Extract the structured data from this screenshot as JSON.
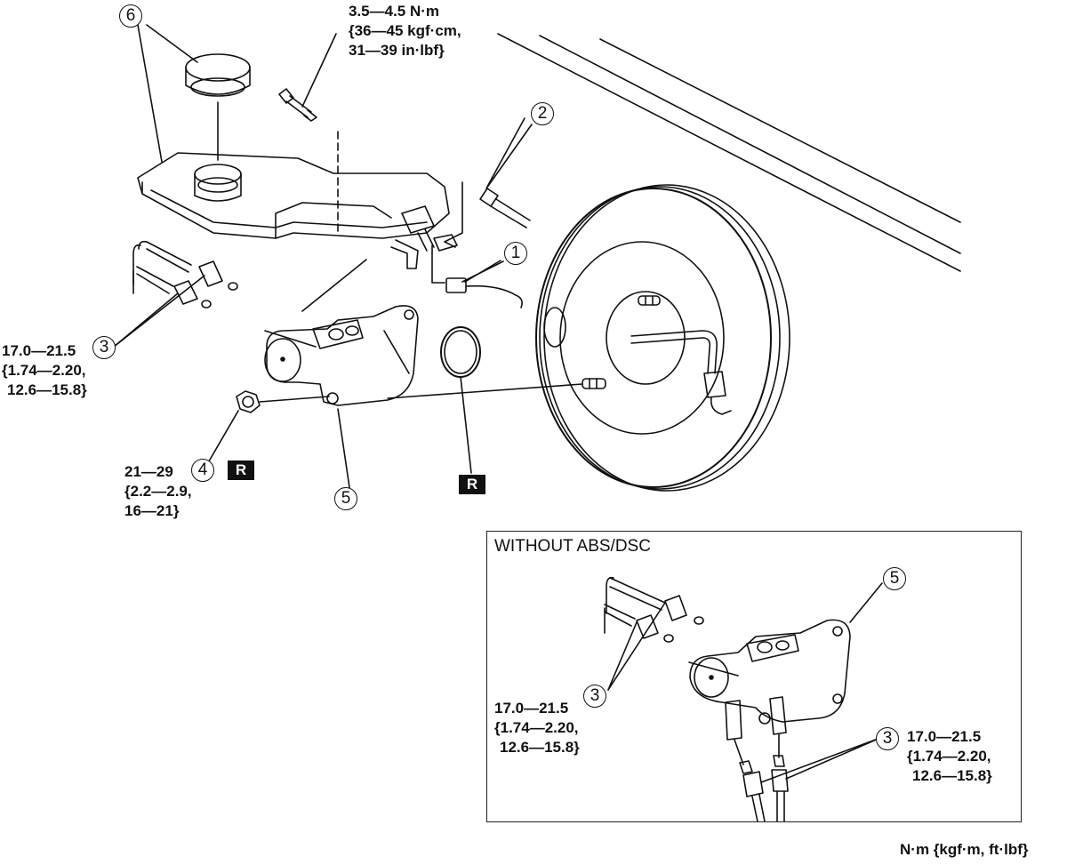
{
  "callouts": {
    "c1": "1",
    "c2": "2",
    "c3a": "3",
    "c4": "4",
    "c5a": "5",
    "c6": "6",
    "c5b": "5",
    "c3b": "3",
    "c3c": "3"
  },
  "torques": {
    "bolt": [
      "3.5—4.5 N·m",
      "{36—45 kgf·cm,",
      "31—39 in·lbf}"
    ],
    "pipe_main": [
      "17.0—21.5",
      "{1.74—2.20,",
      "12.6—15.8}"
    ],
    "nut": [
      "21—29",
      "{2.2—2.9,",
      "16—21}"
    ],
    "pipe_inset_left": [
      "17.0—21.5",
      "{1.74—2.20,",
      "12.6—15.8}"
    ],
    "pipe_inset_right": [
      "17.0—21.5",
      "{1.74—2.20,",
      "12.6—15.8}"
    ]
  },
  "replace_mark": "R",
  "inset": {
    "title": "WITHOUT ABS/DSC"
  },
  "units_note": "N·m {kgf·m, ft·lbf}"
}
